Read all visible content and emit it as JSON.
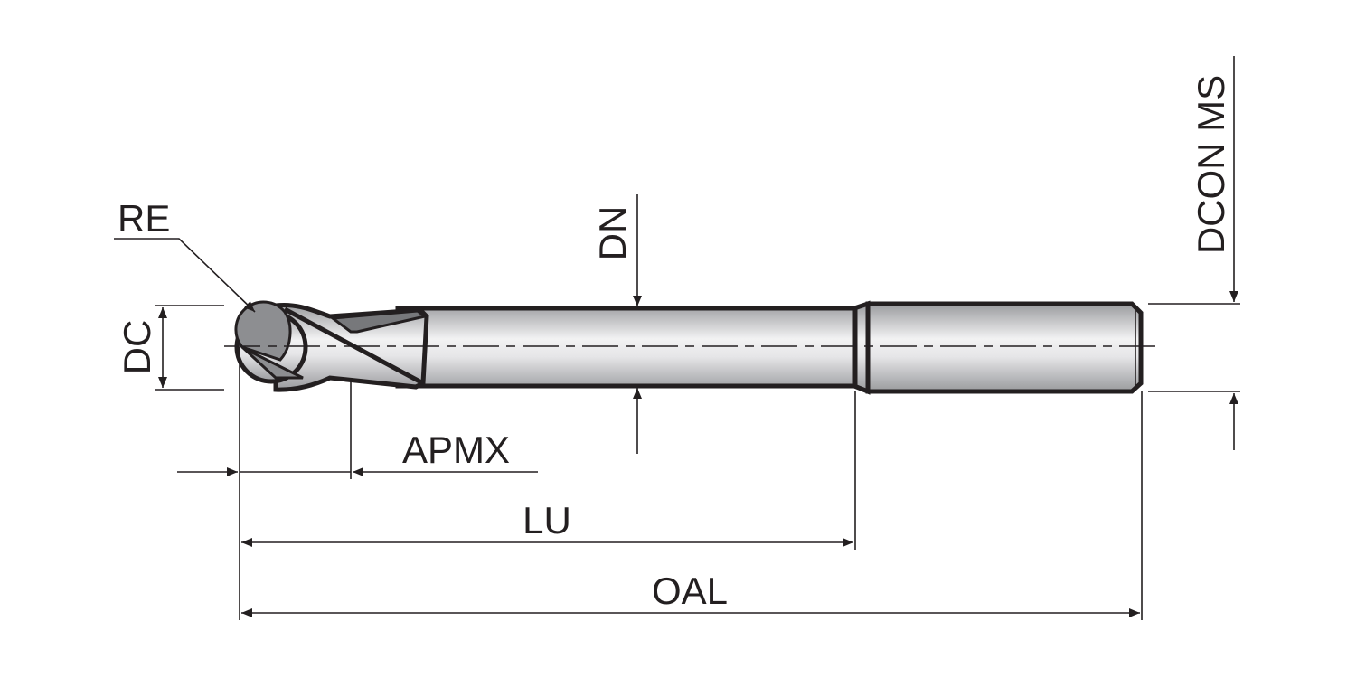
{
  "diagram": {
    "labels": {
      "re": "RE",
      "dc": "DC",
      "dn": "DN",
      "dcon_ms": "DCON MS",
      "apmx": "APMX",
      "lu": "LU",
      "oal": "OAL"
    }
  }
}
